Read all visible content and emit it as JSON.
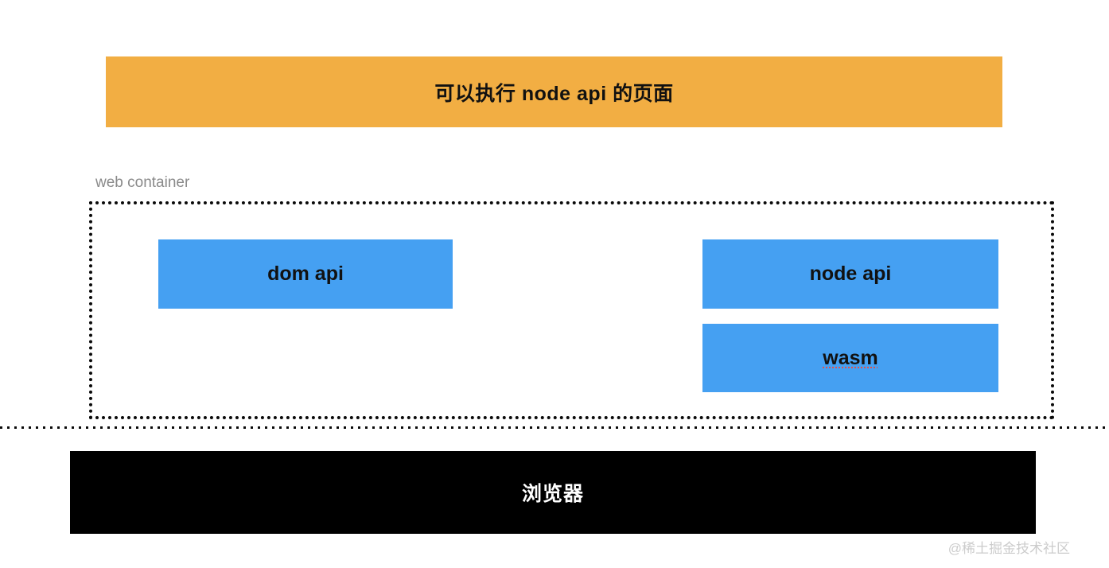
{
  "banner": {
    "label": "可以执行 node api 的页面",
    "bg_color": "#F2AE43",
    "text_color": "#111111"
  },
  "container": {
    "label": "web container",
    "border_style": "dotted-black",
    "boxes": [
      {
        "id": "dom-api",
        "label": "dom api"
      },
      {
        "id": "node-api",
        "label": "node api"
      },
      {
        "id": "wasm",
        "label": "wasm",
        "underline_color": "#E0524A"
      }
    ],
    "box_color": "#45A0F2"
  },
  "browser": {
    "label": "浏览器",
    "bg_color": "#000000",
    "text_color": "#FFFFFF"
  },
  "watermark": {
    "label": "@稀土掘金技术社区",
    "color": "#CCCCCC"
  }
}
